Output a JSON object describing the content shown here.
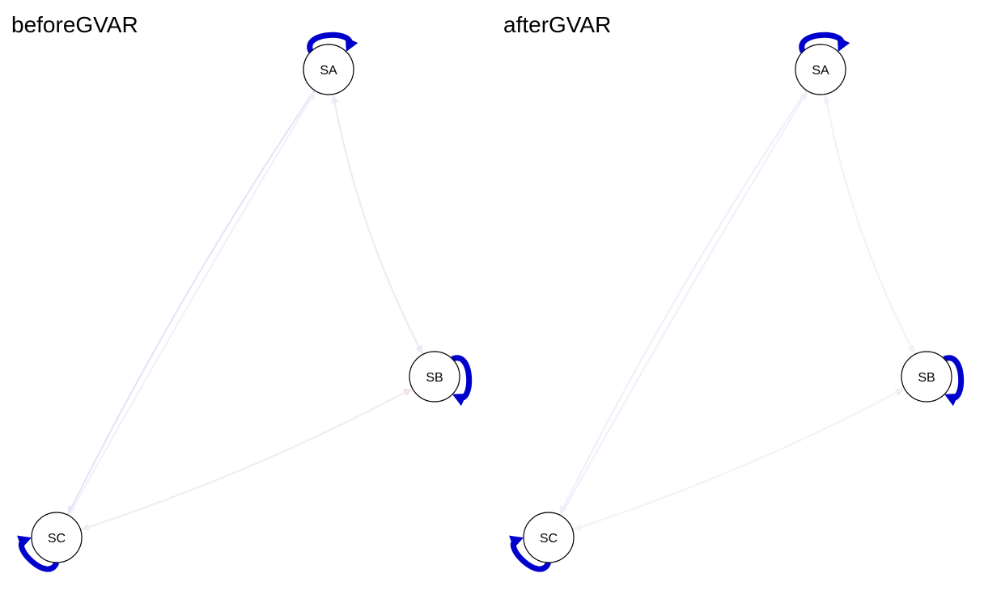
{
  "panels": [
    {
      "title": "beforeGVAR",
      "nodes": [
        {
          "id": "SA",
          "label": "SA"
        },
        {
          "id": "SB",
          "label": "SB"
        },
        {
          "id": "SC",
          "label": "SC"
        }
      ],
      "edges": [
        {
          "from": "SA",
          "to": "SA",
          "color": "#0000CC",
          "strength": "strong"
        },
        {
          "from": "SB",
          "to": "SB",
          "color": "#0000CC",
          "strength": "strong"
        },
        {
          "from": "SC",
          "to": "SC",
          "color": "#0000CC",
          "strength": "strong"
        },
        {
          "from": "SA",
          "to": "SB",
          "color": "#E6E6F8",
          "strength": "weak"
        },
        {
          "from": "SB",
          "to": "SA",
          "color": "#ECECF8",
          "strength": "weak"
        },
        {
          "from": "SA",
          "to": "SC",
          "color": "#E3E3FA",
          "strength": "weak"
        },
        {
          "from": "SC",
          "to": "SA",
          "color": "#F0F0FA",
          "strength": "weak"
        },
        {
          "from": "SC",
          "to": "SB",
          "color": "#F5D9DD",
          "strength": "weak"
        },
        {
          "from": "SB",
          "to": "SC",
          "color": "#EEEEF5",
          "strength": "weak"
        }
      ]
    },
    {
      "title": "afterGVAR",
      "nodes": [
        {
          "id": "SA",
          "label": "SA"
        },
        {
          "id": "SB",
          "label": "SB"
        },
        {
          "id": "SC",
          "label": "SC"
        }
      ],
      "edges": [
        {
          "from": "SA",
          "to": "SA",
          "color": "#0000CC",
          "strength": "strong"
        },
        {
          "from": "SB",
          "to": "SB",
          "color": "#0000CC",
          "strength": "strong"
        },
        {
          "from": "SC",
          "to": "SC",
          "color": "#0000CC",
          "strength": "strong"
        },
        {
          "from": "SA",
          "to": "SB",
          "color": "#F0F0F8",
          "strength": "weak"
        },
        {
          "from": "SB",
          "to": "SA",
          "color": "#F2F2FA",
          "strength": "weak"
        },
        {
          "from": "SA",
          "to": "SC",
          "color": "#EEEEFA",
          "strength": "weak"
        },
        {
          "from": "SC",
          "to": "SA",
          "color": "#F0F0FA",
          "strength": "weak"
        },
        {
          "from": "SC",
          "to": "SB",
          "color": "#E8E8F5",
          "strength": "weak"
        },
        {
          "from": "SB",
          "to": "SC",
          "color": "#F3F3FA",
          "strength": "weak"
        }
      ]
    }
  ]
}
